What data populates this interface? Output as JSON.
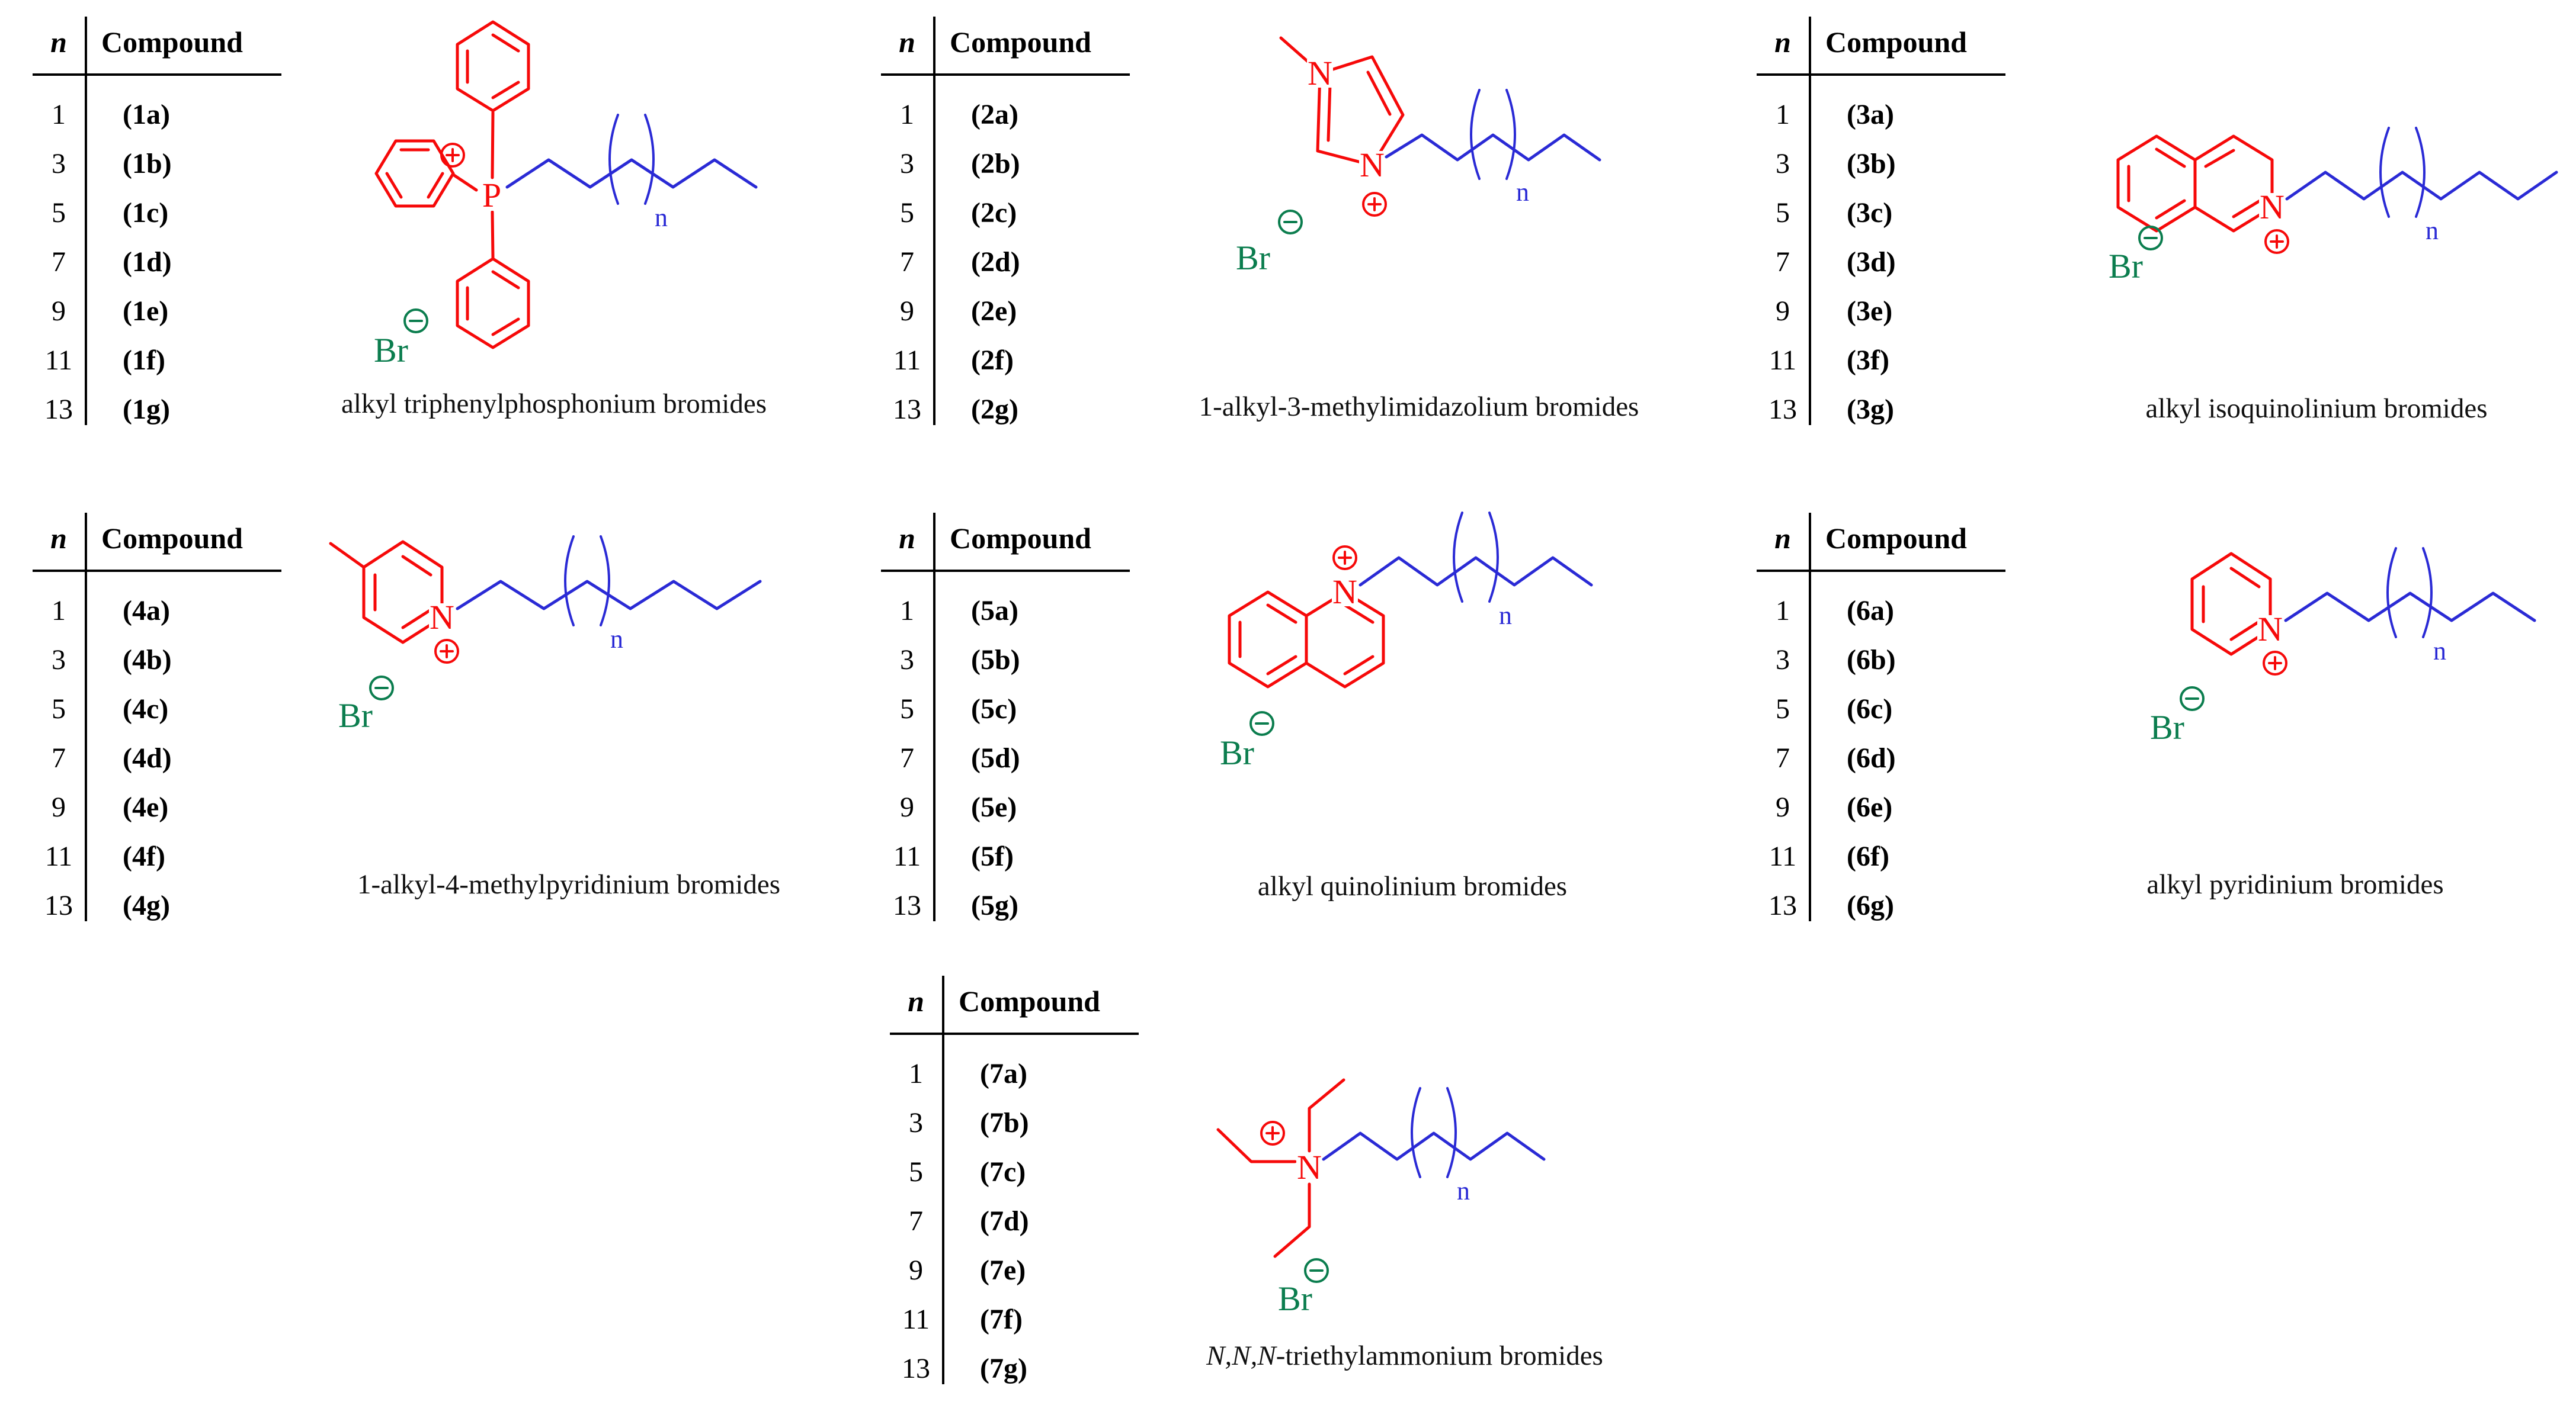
{
  "page": {
    "background": "#ffffff"
  },
  "colors": {
    "cation": "#f60909",
    "chain": "#2a2ad5",
    "anion": "#0b7d4e",
    "ink": "#000000"
  },
  "table_header": {
    "n": "n",
    "compound": "Compound"
  },
  "panels": [
    {
      "id": 1,
      "atom": "P",
      "anion": "Br",
      "repeat_label": "n",
      "caption_italic": "",
      "caption_rest": "alkyl triphenylphosphonium bromides",
      "rows": [
        {
          "n": "1",
          "compound": "(1a)"
        },
        {
          "n": "3",
          "compound": "(1b)"
        },
        {
          "n": "5",
          "compound": "(1c)"
        },
        {
          "n": "7",
          "compound": "(1d)"
        },
        {
          "n": "9",
          "compound": "(1e)"
        },
        {
          "n": "11",
          "compound": "(1f)"
        },
        {
          "n": "13",
          "compound": "(1g)"
        }
      ]
    },
    {
      "id": 2,
      "atom": "N",
      "atom2": "N",
      "anion": "Br",
      "repeat_label": "n",
      "caption_italic": "",
      "caption_rest": "1-alkyl-3-methylimidazolium bromides",
      "rows": [
        {
          "n": "1",
          "compound": "(2a)"
        },
        {
          "n": "3",
          "compound": "(2b)"
        },
        {
          "n": "5",
          "compound": "(2c)"
        },
        {
          "n": "7",
          "compound": "(2d)"
        },
        {
          "n": "9",
          "compound": "(2e)"
        },
        {
          "n": "11",
          "compound": "(2f)"
        },
        {
          "n": "13",
          "compound": "(2g)"
        }
      ]
    },
    {
      "id": 3,
      "atom": "N",
      "anion": "Br",
      "repeat_label": "n",
      "caption_italic": "",
      "caption_rest": "alkyl isoquinolinium bromides",
      "rows": [
        {
          "n": "1",
          "compound": "(3a)"
        },
        {
          "n": "3",
          "compound": "(3b)"
        },
        {
          "n": "5",
          "compound": "(3c)"
        },
        {
          "n": "7",
          "compound": "(3d)"
        },
        {
          "n": "9",
          "compound": "(3e)"
        },
        {
          "n": "11",
          "compound": "(3f)"
        },
        {
          "n": "13",
          "compound": "(3g)"
        }
      ]
    },
    {
      "id": 4,
      "atom": "N",
      "anion": "Br",
      "repeat_label": "n",
      "caption_italic": "",
      "caption_rest": "1-alkyl-4-methylpyridinium bromides",
      "rows": [
        {
          "n": "1",
          "compound": "(4a)"
        },
        {
          "n": "3",
          "compound": "(4b)"
        },
        {
          "n": "5",
          "compound": "(4c)"
        },
        {
          "n": "7",
          "compound": "(4d)"
        },
        {
          "n": "9",
          "compound": "(4e)"
        },
        {
          "n": "11",
          "compound": "(4f)"
        },
        {
          "n": "13",
          "compound": "(4g)"
        }
      ]
    },
    {
      "id": 5,
      "atom": "N",
      "anion": "Br",
      "repeat_label": "n",
      "caption_italic": "",
      "caption_rest": "alkyl quinolinium bromides",
      "rows": [
        {
          "n": "1",
          "compound": "(5a)"
        },
        {
          "n": "3",
          "compound": "(5b)"
        },
        {
          "n": "5",
          "compound": "(5c)"
        },
        {
          "n": "7",
          "compound": "(5d)"
        },
        {
          "n": "9",
          "compound": "(5e)"
        },
        {
          "n": "11",
          "compound": "(5f)"
        },
        {
          "n": "13",
          "compound": "(5g)"
        }
      ]
    },
    {
      "id": 6,
      "atom": "N",
      "anion": "Br",
      "repeat_label": "n",
      "caption_italic": "",
      "caption_rest": "alkyl pyridinium bromides",
      "rows": [
        {
          "n": "1",
          "compound": "(6a)"
        },
        {
          "n": "3",
          "compound": "(6b)"
        },
        {
          "n": "5",
          "compound": "(6c)"
        },
        {
          "n": "7",
          "compound": "(6d)"
        },
        {
          "n": "9",
          "compound": "(6e)"
        },
        {
          "n": "11",
          "compound": "(6f)"
        },
        {
          "n": "13",
          "compound": "(6g)"
        }
      ]
    },
    {
      "id": 7,
      "atom": "N",
      "anion": "Br",
      "repeat_label": "n",
      "caption_italic": "N,N,N",
      "caption_rest": "-triethylammonium bromides",
      "rows": [
        {
          "n": "1",
          "compound": "(7a)"
        },
        {
          "n": "3",
          "compound": "(7b)"
        },
        {
          "n": "5",
          "compound": "(7c)"
        },
        {
          "n": "7",
          "compound": "(7d)"
        },
        {
          "n": "9",
          "compound": "(7e)"
        },
        {
          "n": "11",
          "compound": "(7f)"
        },
        {
          "n": "13",
          "compound": "(7g)"
        }
      ]
    }
  ]
}
